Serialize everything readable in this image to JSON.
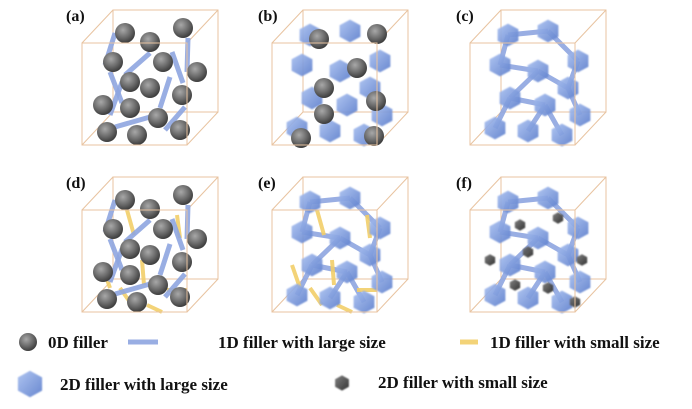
{
  "panels": [
    {
      "label": "(a)",
      "content": [
        "0d",
        "1d-large"
      ]
    },
    {
      "label": "(b)",
      "content": [
        "0d",
        "2d-large"
      ]
    },
    {
      "label": "(c)",
      "content": [
        "1d-large",
        "2d-large"
      ]
    },
    {
      "label": "(d)",
      "content": [
        "0d",
        "1d-large",
        "1d-small"
      ]
    },
    {
      "label": "(e)",
      "content": [
        "1d-large",
        "1d-small",
        "2d-large"
      ]
    },
    {
      "label": "(f)",
      "content": [
        "1d-large",
        "2d-large",
        "2d-small"
      ]
    }
  ],
  "legend": {
    "zero_d": "0D filler",
    "one_d_large": "1D filler with large size",
    "one_d_small": "1D filler with small size",
    "two_d_large": "2D filler with large size",
    "two_d_small": "2D filler with small size"
  },
  "colors": {
    "cube_edge": "#e8c3a0",
    "sphere": "#6e6e6e",
    "rod_large": "#8fa6e0",
    "rod_small": "#f2cf6a",
    "hex_large": "#7f9fe0",
    "hex_small": "#3c3c3c"
  }
}
